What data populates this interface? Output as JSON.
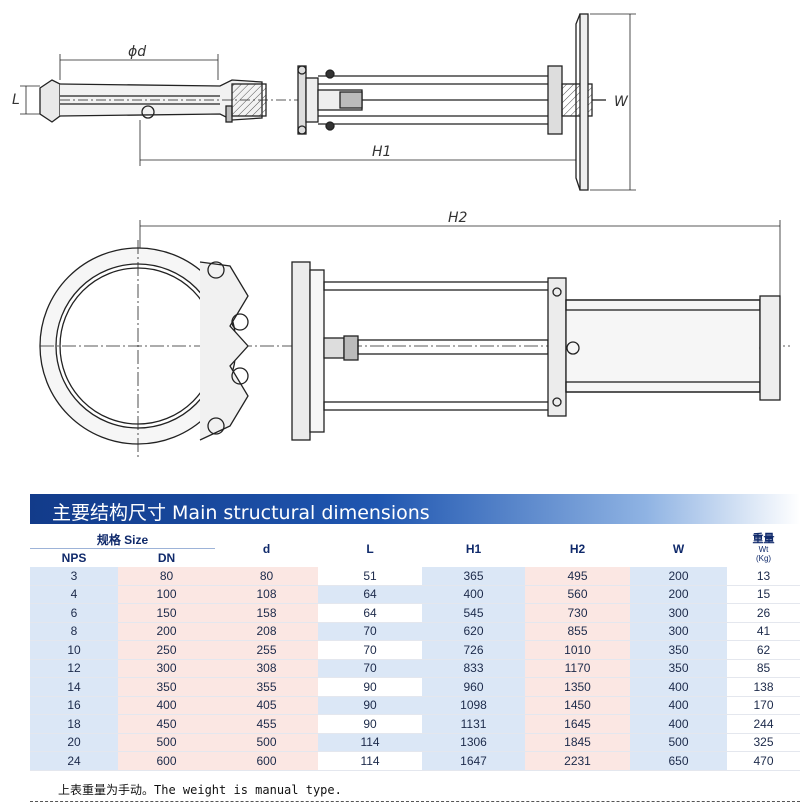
{
  "drawing": {
    "top_labels": {
      "phi_d": "ϕd",
      "L": "L",
      "H1": "H1",
      "W": "W"
    },
    "bottom_labels": {
      "H2": "H2"
    }
  },
  "banner": {
    "title": "主要结构尺寸 Main structural dimensions"
  },
  "table": {
    "size_header": "规格 Size",
    "headers": {
      "nps": "NPS",
      "dn": "DN",
      "d": "d",
      "l": "L",
      "h1": "H1",
      "h2": "H2",
      "w": "W",
      "wt_main": "重量",
      "wt_sub1": "Wt",
      "wt_sub2": "(Kg)"
    },
    "rows": [
      {
        "nps": "3",
        "dn": "80",
        "d": "80",
        "l": "51",
        "h1": "365",
        "h2": "495",
        "w": "200",
        "wt": "13"
      },
      {
        "nps": "4",
        "dn": "100",
        "d": "108",
        "l": "64",
        "h1": "400",
        "h2": "560",
        "w": "200",
        "wt": "15"
      },
      {
        "nps": "6",
        "dn": "150",
        "d": "158",
        "l": "64",
        "h1": "545",
        "h2": "730",
        "w": "300",
        "wt": "26"
      },
      {
        "nps": "8",
        "dn": "200",
        "d": "208",
        "l": "70",
        "h1": "620",
        "h2": "855",
        "w": "300",
        "wt": "41"
      },
      {
        "nps": "10",
        "dn": "250",
        "d": "255",
        "l": "70",
        "h1": "726",
        "h2": "1010",
        "w": "350",
        "wt": "62"
      },
      {
        "nps": "12",
        "dn": "300",
        "d": "308",
        "l": "70",
        "h1": "833",
        "h2": "1170",
        "w": "350",
        "wt": "85"
      },
      {
        "nps": "14",
        "dn": "350",
        "d": "355",
        "l": "90",
        "h1": "960",
        "h2": "1350",
        "w": "400",
        "wt": "138"
      },
      {
        "nps": "16",
        "dn": "400",
        "d": "405",
        "l": "90",
        "h1": "1098",
        "h2": "1450",
        "w": "400",
        "wt": "170"
      },
      {
        "nps": "18",
        "dn": "450",
        "d": "455",
        "l": "90",
        "h1": "1131",
        "h2": "1645",
        "w": "400",
        "wt": "244"
      },
      {
        "nps": "20",
        "dn": "500",
        "d": "500",
        "l": "114",
        "h1": "1306",
        "h2": "1845",
        "w": "500",
        "wt": "325"
      },
      {
        "nps": "24",
        "dn": "600",
        "d": "600",
        "l": "114",
        "h1": "1647",
        "h2": "2231",
        "w": "650",
        "wt": "470"
      }
    ]
  },
  "note": "上表重量为手动。The weight is manual type."
}
